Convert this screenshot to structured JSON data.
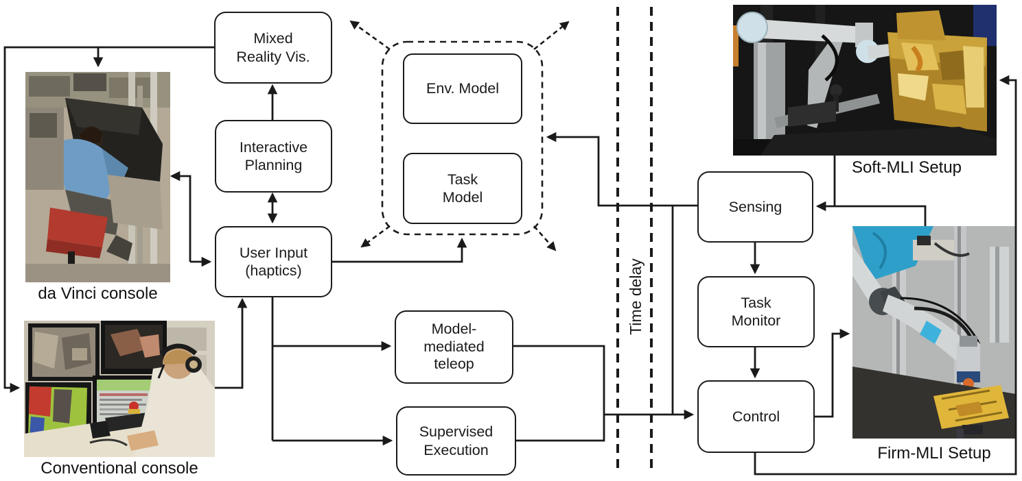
{
  "figure": {
    "type": "system-architecture-diagram",
    "description": "Teleoperation architecture with operator consoles, planning/model blocks, time delay barrier, and remote robot setups"
  },
  "colors": {
    "line": "#1a1a1a",
    "box_border": "#1a1a1a",
    "background": "#ffffff",
    "text": "#1a1a1a"
  },
  "boxes": {
    "mixed_reality_vis": "Mixed\nReality Vis.",
    "interactive_planning": "Interactive\nPlanning",
    "user_input": "User Input\n(haptics)",
    "env_model": "Env. Model",
    "task_model": "Task\nModel",
    "model_mediated_teleop": "Model-\nmediated\nteleop",
    "supervised_execution": "Supervised\nExecution",
    "sensing": "Sensing",
    "task_monitor": "Task\nMonitor",
    "control": "Control"
  },
  "labels": {
    "time_delay": "Time delay",
    "da_vinci_console": "da Vinci console",
    "conventional_console": "Conventional console",
    "soft_mli_setup": "Soft-MLI Setup",
    "firm_mli_setup": "Firm-MLI Setup"
  }
}
